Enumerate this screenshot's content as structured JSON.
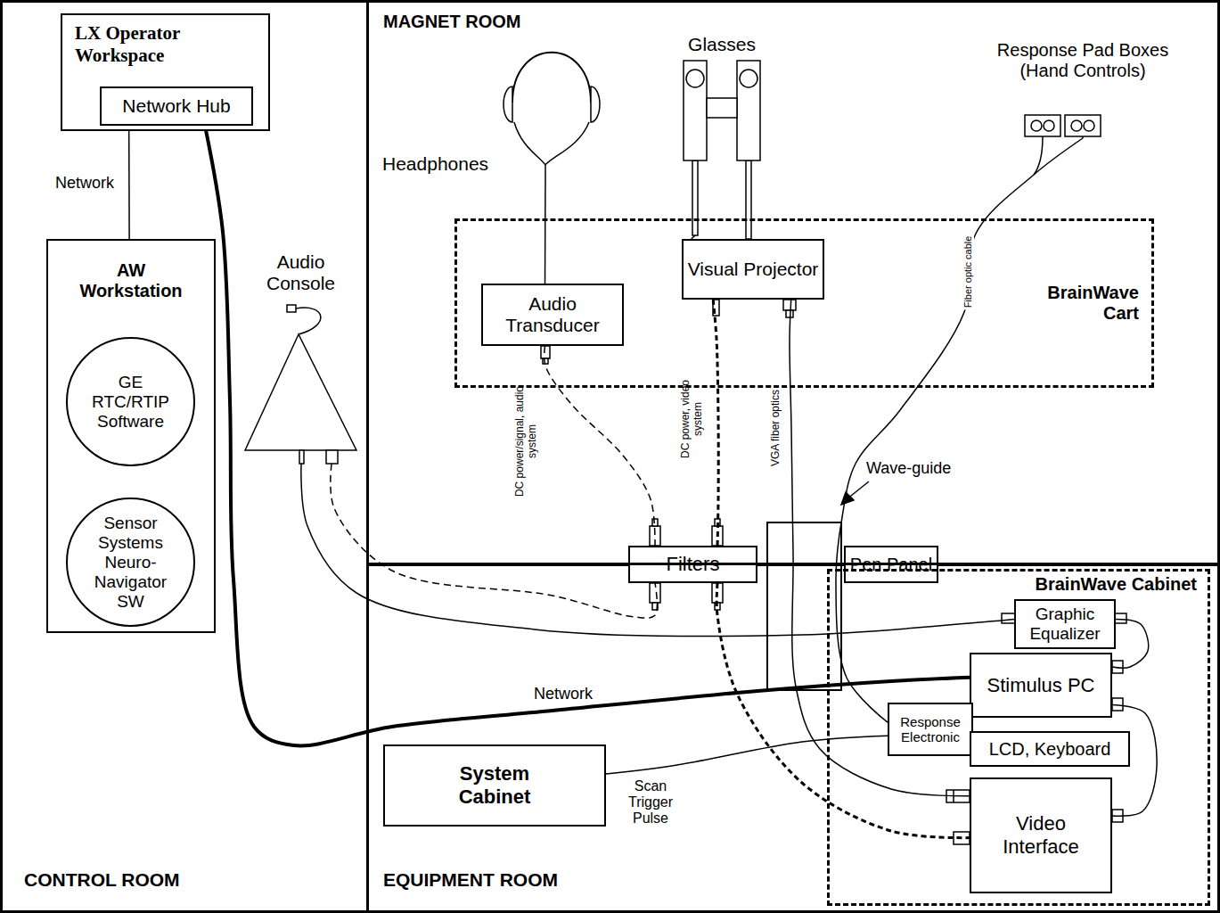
{
  "diagram": {
    "nodes": [
      {
        "text": [
          "CONTROL ROOM"
        ]
      },
      {
        "text": [
          "LX Operator Workspace"
        ],
        "in": 0
      },
      {
        "text": [
          "Network Hub"
        ],
        "in": 1
      },
      {
        "text": [
          "AW Workstation"
        ],
        "in": 0
      },
      {
        "text": [
          "GE RTC/RTIP Software"
        ],
        "in": 3
      },
      {
        "text": [
          "Sensor Systems Neuro-Navigator SW"
        ],
        "in": 3
      },
      {
        "text": [
          "Audio Console"
        ],
        "in": 0
      },
      {
        "text": [
          "MAGNET ROOM"
        ]
      },
      {
        "text": [
          "Headphones"
        ],
        "in": 7
      },
      {
        "text": [
          "Glasses"
        ],
        "in": 7
      },
      {
        "text": [
          "Response Pad Boxes (Hand Controls)"
        ],
        "in": 7
      },
      {
        "text": [
          "BrainWave Cart"
        ],
        "in": 7
      },
      {
        "text": [
          "Audio Transducer"
        ],
        "in": 11
      },
      {
        "text": [
          "Visual Projector"
        ],
        "in": 11
      },
      {
        "text": [
          "Filters"
        ]
      },
      {
        "text": [
          "Wave-guide"
        ]
      },
      {
        "text": [
          "Pen Panel"
        ]
      },
      {
        "text": [
          "EQUIPMENT ROOM"
        ]
      },
      {
        "text": [
          "System Cabinet"
        ],
        "in": 17
      },
      {
        "text": [
          "BrainWave Cabinet"
        ],
        "in": 17
      },
      {
        "text": [
          "Graphic Equalizer"
        ],
        "in": 19
      },
      {
        "text": [
          "Stimulus PC"
        ],
        "in": 19
      },
      {
        "text": [
          "Response Electronic"
        ],
        "in": 19
      },
      {
        "text": [
          "LCD, Keyboard"
        ],
        "in": 19
      },
      {
        "text": [
          "Video Interface"
        ],
        "in": 19
      }
    ],
    "edges": [
      {
        "from": 2,
        "to": 3,
        "arrow": "none",
        "label": "Network"
      },
      {
        "from": 2,
        "to": 21,
        "arrow": "none",
        "label": "Network"
      },
      {
        "from": 8,
        "to": 12,
        "arrow": "none"
      },
      {
        "from": 9,
        "to": 13,
        "arrow": "none"
      },
      {
        "from": 12,
        "to": 14,
        "arrow": "none",
        "label": "DC power/signal, audio system"
      },
      {
        "from": 13,
        "to": 14,
        "arrow": "none",
        "label": "DC power, video system"
      },
      {
        "from": 13,
        "to": 24,
        "arrow": "none",
        "label": "VGA fiber optics"
      },
      {
        "from": 10,
        "to": 22,
        "arrow": "none",
        "label": "Fiber optic cable"
      },
      {
        "from": 6,
        "to": 14,
        "arrow": "none"
      },
      {
        "from": 6,
        "to": 20,
        "arrow": "none"
      },
      {
        "from": 20,
        "to": 21,
        "arrow": "none"
      },
      {
        "from": 21,
        "to": 24,
        "arrow": "none"
      },
      {
        "from": 14,
        "to": 24,
        "arrow": "none"
      },
      {
        "from": 18,
        "to": 22,
        "arrow": "none",
        "label": "Scan Trigger Pulse"
      }
    ]
  }
}
